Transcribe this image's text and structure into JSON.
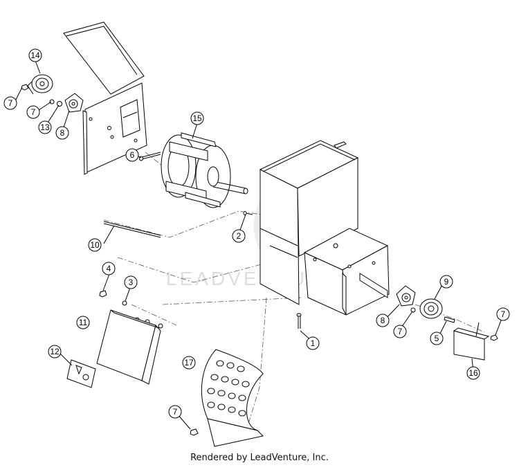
{
  "watermark": "LEADVENTURE",
  "footer": "Rendered by LeadVenture, Inc.",
  "callouts": [
    {
      "id": "c14",
      "label": "14"
    },
    {
      "id": "c7a",
      "label": "7"
    },
    {
      "id": "c7b",
      "label": "7"
    },
    {
      "id": "c13",
      "label": "13"
    },
    {
      "id": "c8a",
      "label": "8"
    },
    {
      "id": "c15",
      "label": "15"
    },
    {
      "id": "c6",
      "label": "6"
    },
    {
      "id": "c2",
      "label": "2"
    },
    {
      "id": "c10",
      "label": "10"
    },
    {
      "id": "c4",
      "label": "4"
    },
    {
      "id": "c3",
      "label": "3"
    },
    {
      "id": "c11",
      "label": "11"
    },
    {
      "id": "c12",
      "label": "12"
    },
    {
      "id": "c17",
      "label": "17"
    },
    {
      "id": "c7c",
      "label": "7"
    },
    {
      "id": "c1",
      "label": "1"
    },
    {
      "id": "c8b",
      "label": "8"
    },
    {
      "id": "c7d",
      "label": "7"
    },
    {
      "id": "c9",
      "label": "9"
    },
    {
      "id": "c5",
      "label": "5"
    },
    {
      "id": "c7e",
      "label": "7"
    },
    {
      "id": "c16",
      "label": "16"
    }
  ]
}
